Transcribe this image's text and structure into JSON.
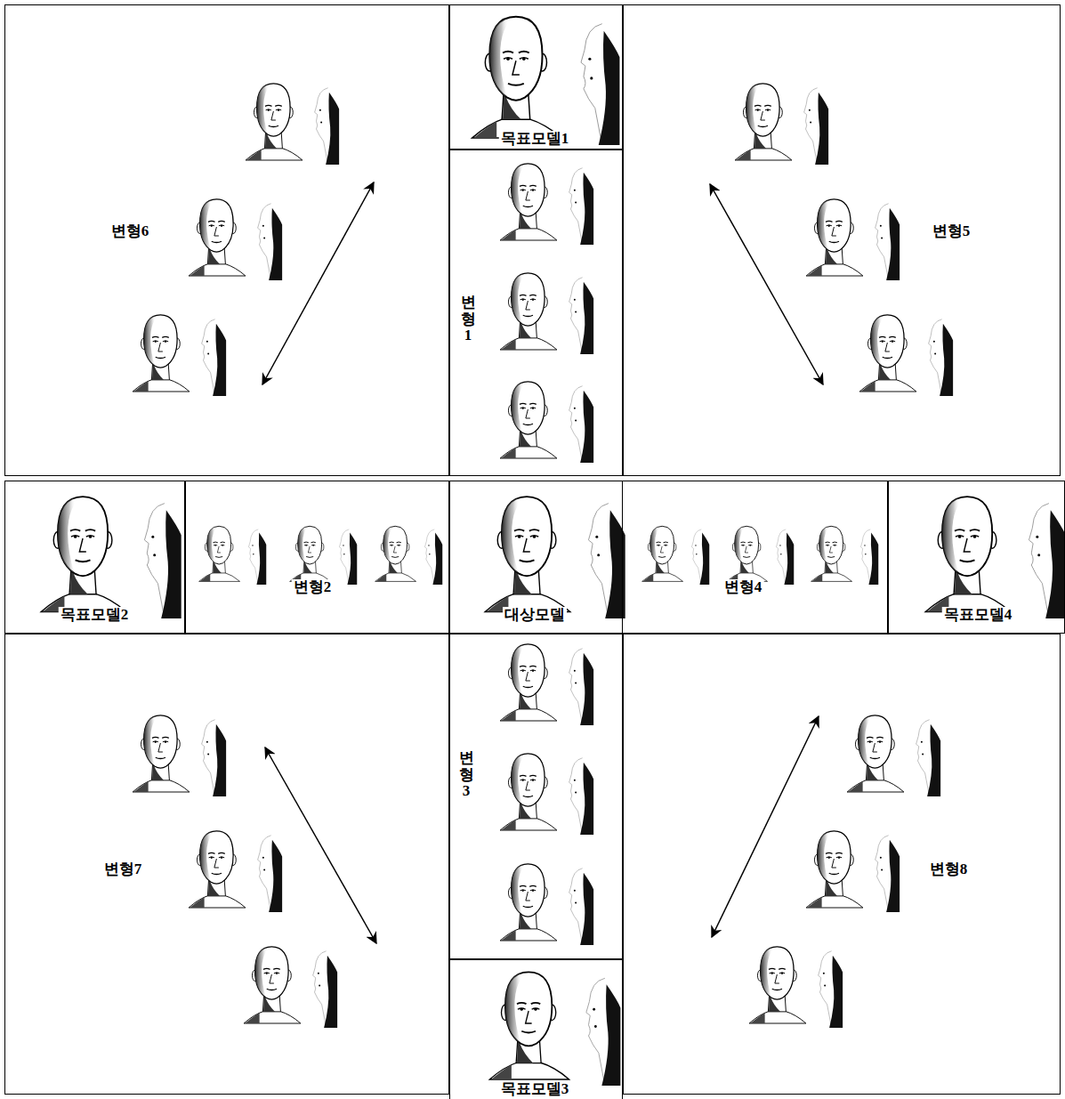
{
  "diagram": {
    "nodes": [
      {
        "text": [
          "변형6"
        ]
      },
      {
        "text": [
          "목표모델1"
        ]
      },
      {
        "text": [
          "변형1"
        ]
      },
      {
        "text": [
          "변형5"
        ]
      },
      {
        "text": [
          "목표모델2"
        ]
      },
      {
        "text": [
          "변형2"
        ]
      },
      {
        "text": [
          "대상모델"
        ]
      },
      {
        "text": [
          "변형4"
        ]
      },
      {
        "text": [
          "목표모델4"
        ]
      },
      {
        "text": [
          "변형7"
        ]
      },
      {
        "text": [
          "변형3"
        ]
      },
      {
        "text": [
          "목표모델3"
        ]
      },
      {
        "text": [
          "변형8"
        ]
      }
    ]
  }
}
